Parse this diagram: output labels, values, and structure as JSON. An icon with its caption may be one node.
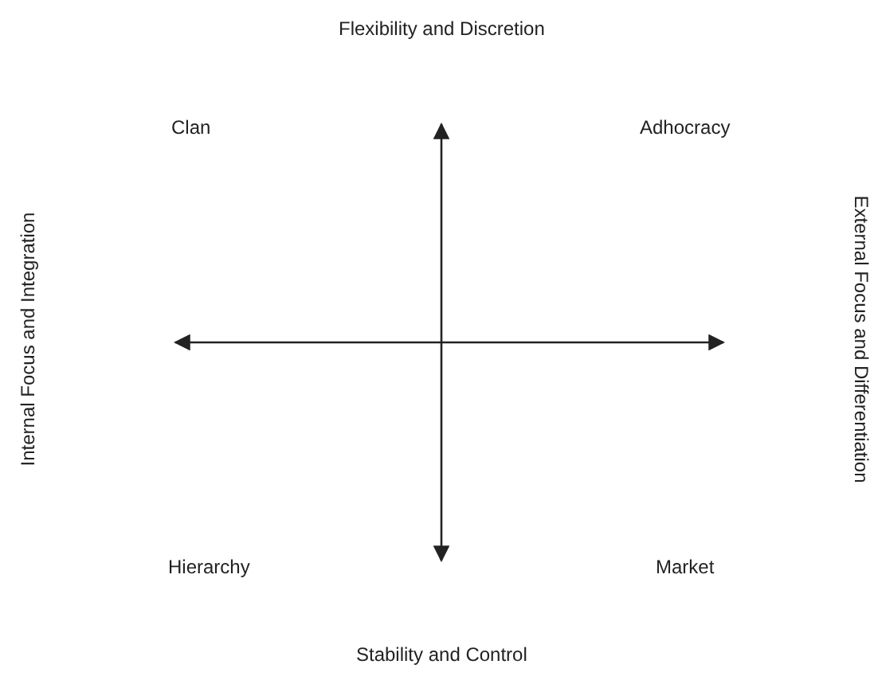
{
  "diagram": {
    "labels": [
      "Flexibility and Discretion",
      "Clan",
      "Adhocracy",
      "Internal Focus and Integration",
      "External Focus and Differentiation",
      "Hierarchy",
      "Market",
      "Stability and Control"
    ]
  }
}
